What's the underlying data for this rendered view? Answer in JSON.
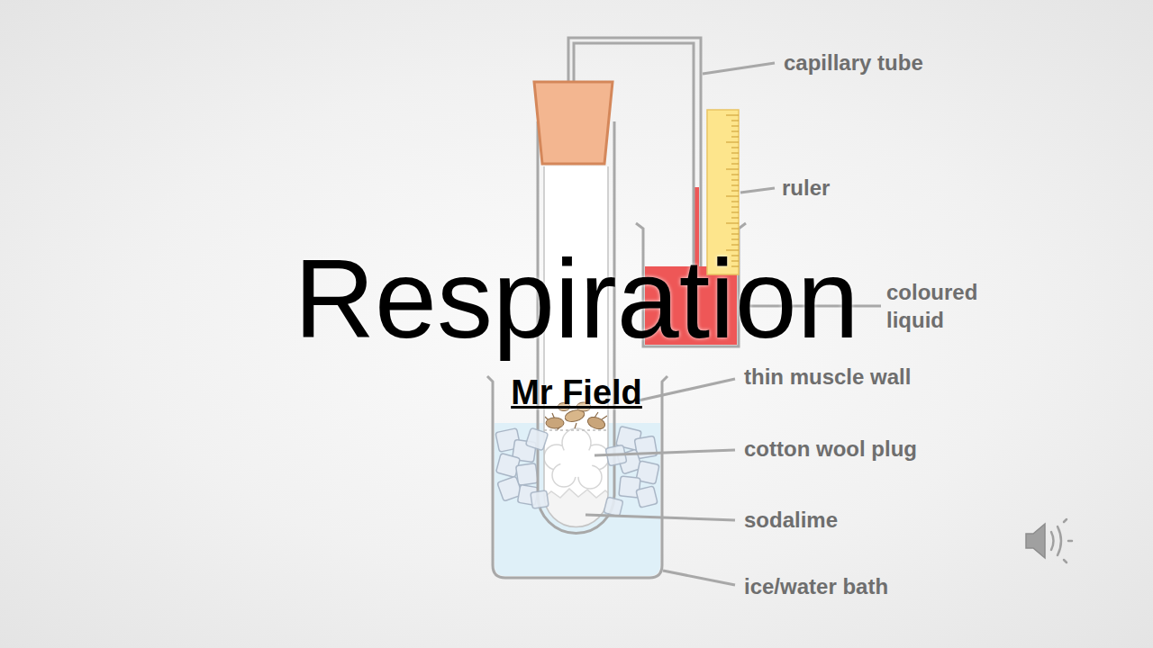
{
  "diagram": {
    "title": "Respiration",
    "caption": "Mr Field",
    "labels": [
      "capillary tube",
      "ruler",
      "coloured liquid",
      "thin muscle wall",
      "cotton wool plug",
      "sodalime",
      "ice/water bath"
    ]
  }
}
